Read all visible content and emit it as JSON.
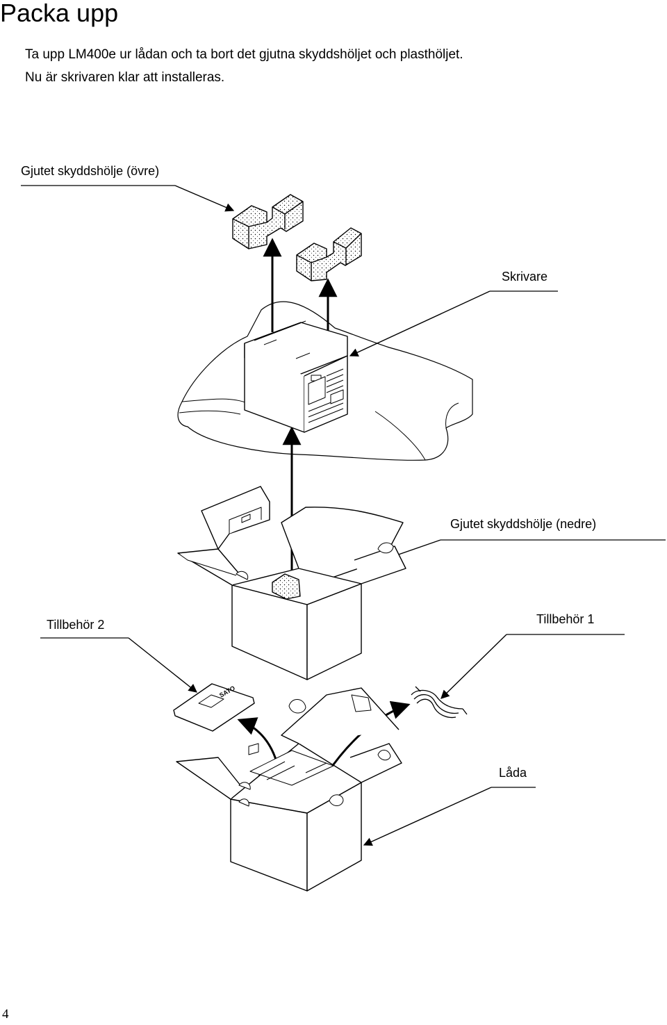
{
  "page": {
    "title": "Packa upp",
    "intro": [
      "Ta upp LM400e ur lådan och ta bort det gjutna skyddshöljet och plasthöljet.",
      "Nu är skrivaren klar att installeras."
    ],
    "page_number": "4"
  },
  "labels": {
    "upper_cover": "Gjutet skyddshölje (övre)",
    "printer": "Skrivare",
    "lower_cover": "Gjutet skyddshölje (nedre)",
    "accessory_2": "Tillbehör 2",
    "accessory_1": "Tillbehör 1",
    "box": "Låda"
  },
  "logos": {
    "manual_brand": "SATO"
  }
}
